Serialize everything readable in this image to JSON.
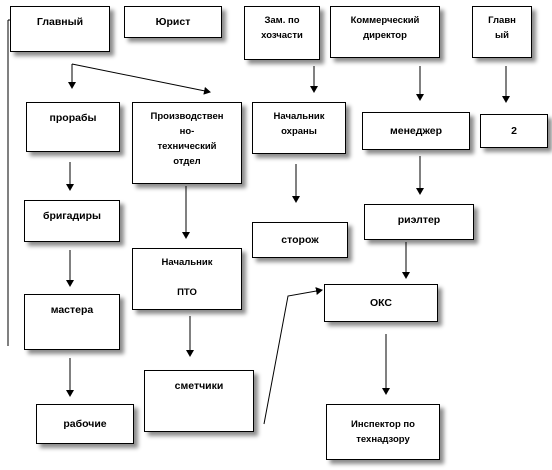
{
  "nodes": {
    "glavny_1": "Главный",
    "yurist": "Юрист",
    "zam": "Зам. по\nхозчасти",
    "kommerch": "Коммерческий\nдиректор",
    "glavny_2": "Главн\nый",
    "prorab": "прорабы",
    "pto_dept": "Производствен\nно-\nтехнический\nотдел",
    "ohrana": "Начальник\nохраны",
    "manager": "менеджер",
    "two": "2",
    "brigadir": "бригадиры",
    "storozh": "сторож",
    "rieltor": "риэлтер",
    "nach_pto": "Начальник\n\nПТО",
    "oks": "ОКС",
    "mastera": "мастера",
    "smetchiki": "сметчики",
    "rabochie": "рабочие",
    "inspektor": "Инспектор по\nтехнадзору"
  }
}
